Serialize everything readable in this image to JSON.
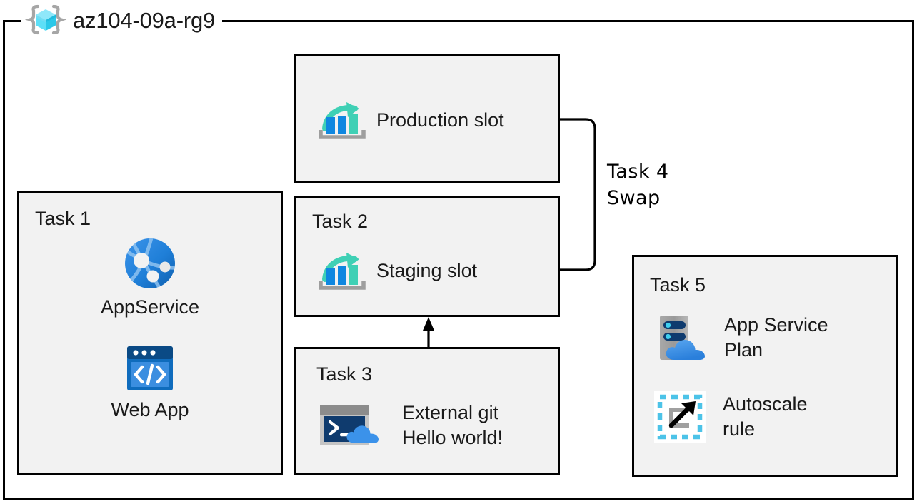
{
  "diagram": {
    "type": "azure-architecture",
    "resource_group": {
      "icon": "resource-group-icon",
      "name": "az104-09a-rg9"
    },
    "boxes": [
      {
        "id": "production-slot",
        "title": "",
        "items": [
          {
            "icon": "deployment-slot-icon",
            "label": "Production slot"
          }
        ]
      },
      {
        "id": "task-1",
        "title": "Task 1",
        "items": [
          {
            "icon": "app-service-icon",
            "label": "AppService"
          },
          {
            "icon": "web-app-icon",
            "label": "Web App"
          }
        ]
      },
      {
        "id": "task-2",
        "title": "Task 2",
        "items": [
          {
            "icon": "deployment-slot-icon",
            "label": "Staging slot"
          }
        ]
      },
      {
        "id": "task-3",
        "title": "Task 3",
        "items": [
          {
            "icon": "cloud-shell-icon",
            "label": "External git\nHello world!"
          }
        ]
      },
      {
        "id": "task-5",
        "title": "Task 5",
        "items": [
          {
            "icon": "app-service-plan-icon",
            "label": "App Service\nPlan"
          },
          {
            "icon": "autoscale-icon",
            "label": "Autoscale\nrule"
          }
        ]
      }
    ],
    "annotations": [
      {
        "id": "swap",
        "text": "Task 4\nSwap"
      }
    ],
    "connectors": [
      {
        "id": "swap-bracket",
        "from": "production-slot",
        "to": "task-2",
        "style": "rounded-bracket"
      },
      {
        "id": "deploy-arrow",
        "from": "task-3",
        "to": "task-2",
        "style": "arrow-up"
      }
    ],
    "colors": {
      "box_fill": "#f2f2f2",
      "box_stroke": "#000000",
      "text": "#1a1a1a",
      "azure_blue": "#0078d4",
      "azure_blue_light": "#50a0e8",
      "azure_teal": "#3fd0b5",
      "azure_navy": "#0f3b6e",
      "gray": "#9e9e9e",
      "cyan": "#50c5e8",
      "rg_cube_cyan": "#5ee0f5"
    }
  }
}
